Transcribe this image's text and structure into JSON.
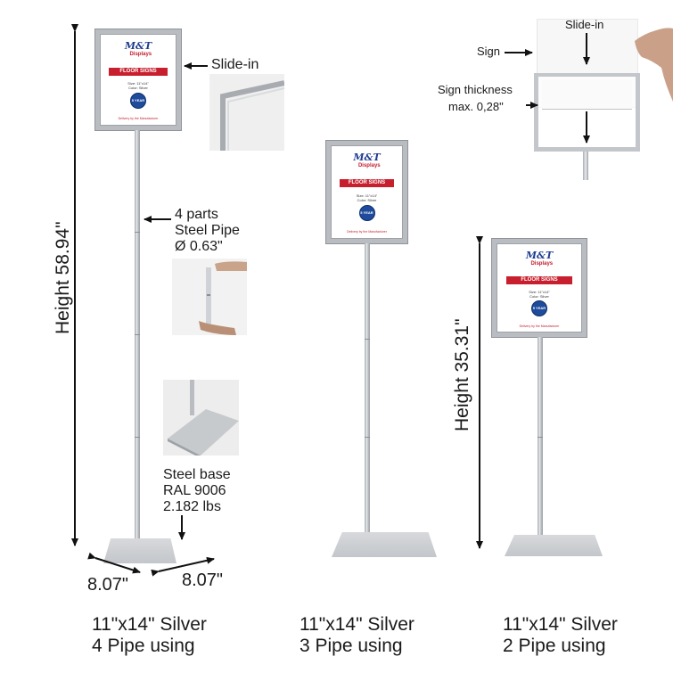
{
  "sign_poster": {
    "logo": "M&T",
    "logo_sub": "Displays",
    "ribbon": "FLOOR SIGNS",
    "size_line": "Size: 11\"x14\"",
    "color_line": "Color: Silver",
    "badge": "5 YEAR",
    "tagline": "Delivery by the Manufacturer"
  },
  "left_callouts": {
    "slide_in": "Slide-in",
    "pipe_line1": "4 parts",
    "pipe_line2": "Steel Pipe",
    "pipe_line3": "Ø 0.63\"",
    "base_line1": "Steel base",
    "base_line2": "RAL 9006",
    "base_line3": "2.182 lbs"
  },
  "dimensions": {
    "height_tall": "Height 58.94\"",
    "height_short": "Height 35.31\"",
    "width_a": "8.07\"",
    "width_b": "8.07\""
  },
  "insert_diagram": {
    "slide_in": "Slide-in",
    "sign": "Sign",
    "thickness_line1": "Sign thickness",
    "thickness_line2": "max. 0,28\""
  },
  "captions": [
    {
      "line1": "11\"x14\" Silver",
      "line2": "4 Pipe using"
    },
    {
      "line1": "11\"x14\" Silver",
      "line2": "3 Pipe using"
    },
    {
      "line1": "11\"x14\" Silver",
      "line2": "2 Pipe using"
    }
  ],
  "colors": {
    "frame": "#b9bcc0",
    "brand_red": "#c81f2e",
    "brand_blue": "#1f3d8f"
  }
}
